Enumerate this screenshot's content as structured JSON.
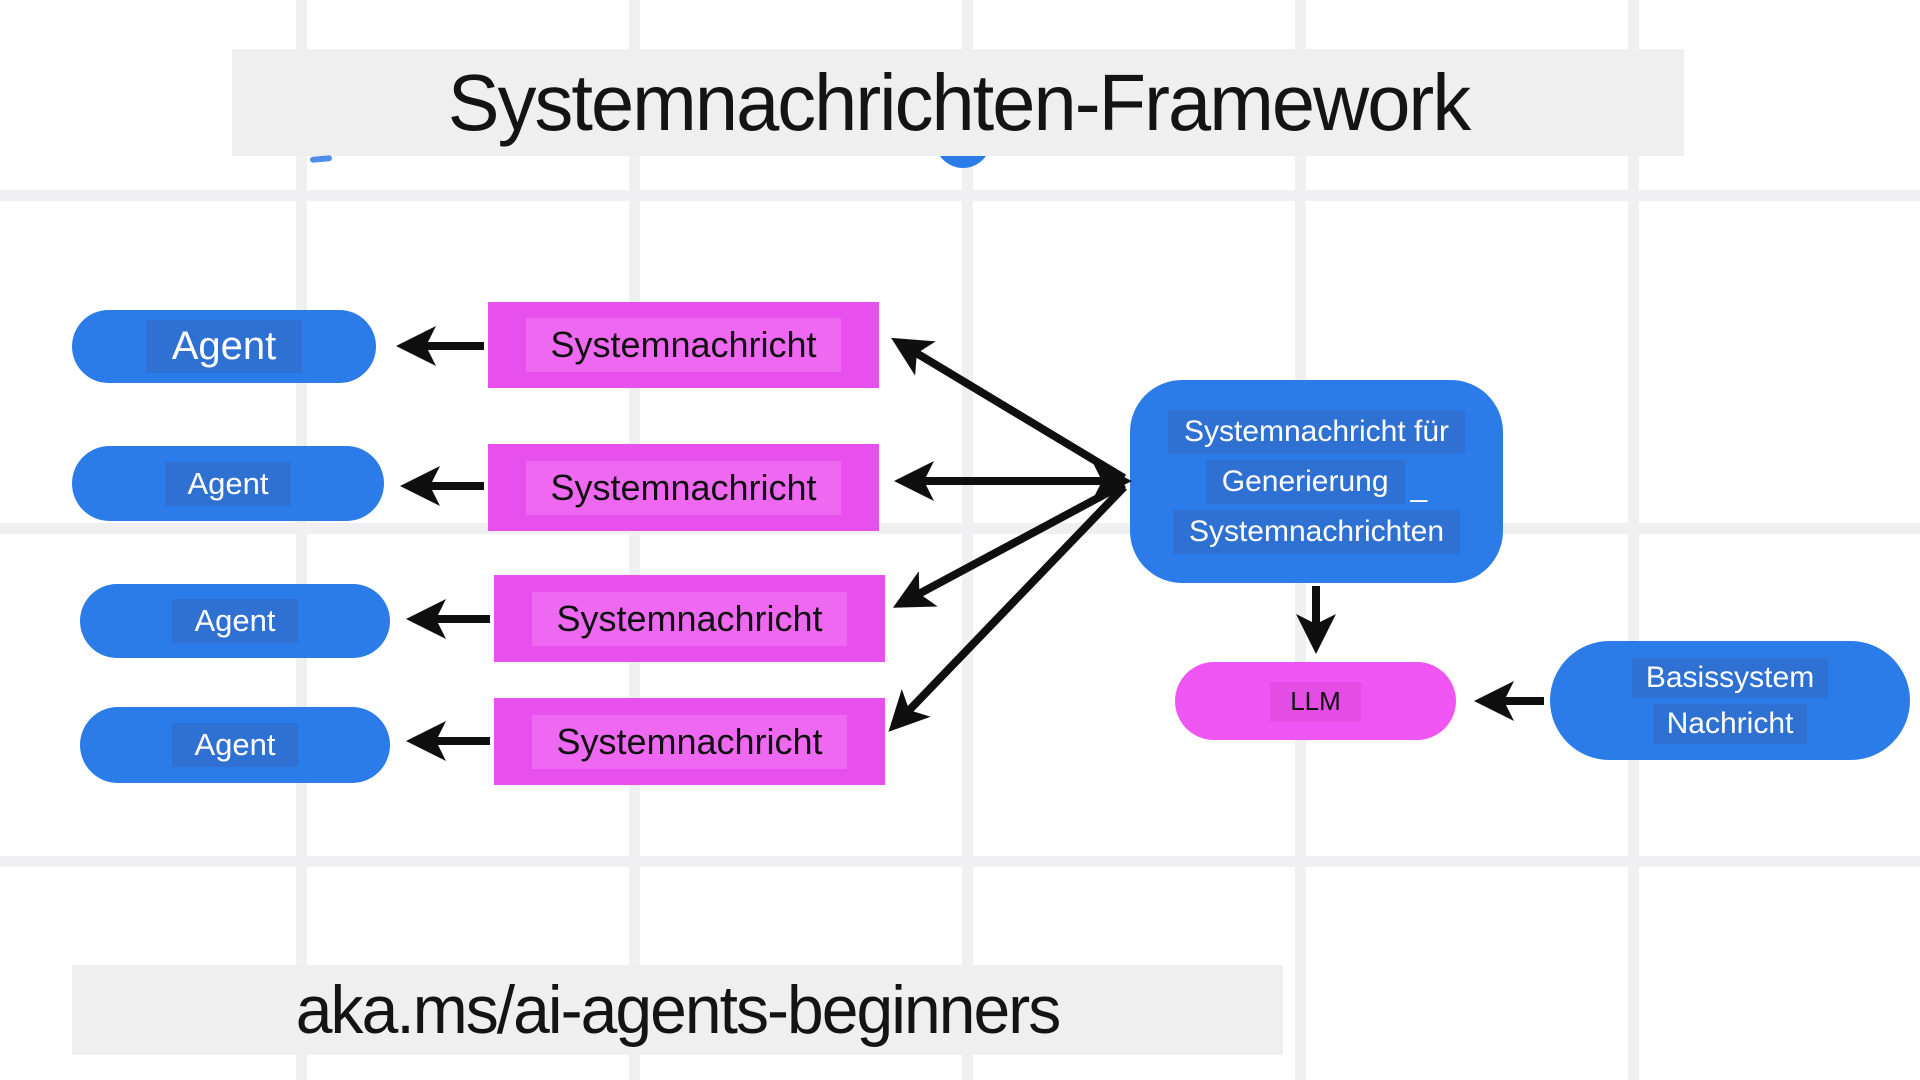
{
  "title": {
    "text": "Systemnachrichten-Framework"
  },
  "footer": {
    "text": "aka.ms/ai-agents-beginners"
  },
  "agents": [
    {
      "label": "Agent"
    },
    {
      "label": "Agent"
    },
    {
      "label": "Agent"
    },
    {
      "label": "Agent"
    }
  ],
  "system_messages": [
    {
      "label": "Systemnachricht"
    },
    {
      "label": "Systemnachricht"
    },
    {
      "label": "Systemnachricht"
    },
    {
      "label": "Systemnachricht"
    }
  ],
  "generator": {
    "line1": "Systemnachricht für",
    "line2": "Generierung",
    "line2_mark": "_",
    "line3": "Systemnachrichten"
  },
  "llm": {
    "label": "LLM"
  },
  "base_message": {
    "line1": "Basissystem",
    "line2": "Nachricht"
  },
  "colors": {
    "node_blue": "#2b7ce9",
    "node_blue_highlight": "#2e71d3",
    "node_magenta": "#e850ee",
    "node_magenta_highlight": "#ee68f1",
    "llm_pink": "#ef55f2",
    "llm_highlight": "#e44de4",
    "band_gray": "#efefef",
    "grid_gray": "#f0eff1",
    "arrow_black": "#0f0f0f",
    "accent_dash_blue": "#4c8ee8"
  }
}
